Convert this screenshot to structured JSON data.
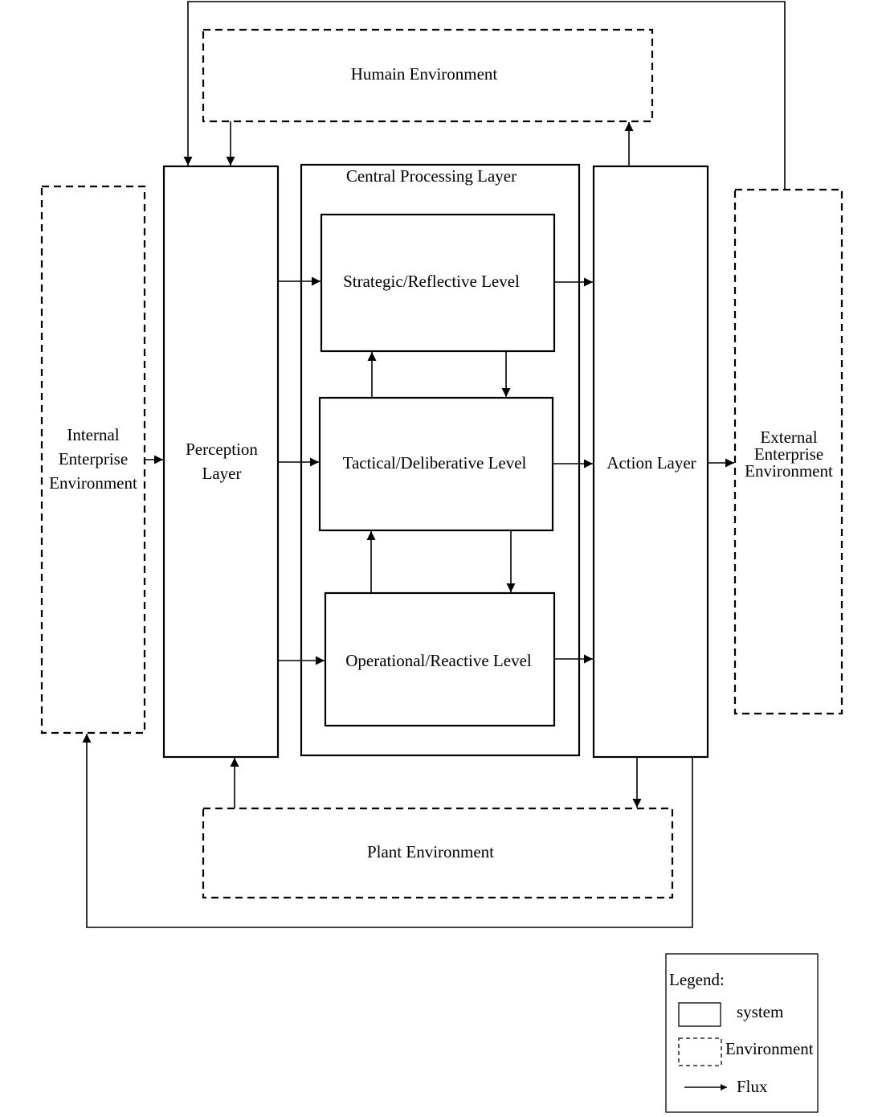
{
  "environments": {
    "human": "Humain Environment",
    "internal": [
      "Internal",
      "Enterprise",
      "Environment"
    ],
    "external": [
      "External",
      "Enterprise",
      "Environment"
    ],
    "plant": "Plant Environment"
  },
  "systems": {
    "perception": [
      "Perception",
      "Layer"
    ],
    "central": "Central Processing Layer",
    "strategic": "Strategic/Reflective Level",
    "tactical": "Tactical/Deliberative Level",
    "operational": "Operational/Reactive Level",
    "action": "Action Layer"
  },
  "legend": {
    "title": "Legend:",
    "system": "system",
    "environment": "Environment",
    "flux": "Flux"
  }
}
